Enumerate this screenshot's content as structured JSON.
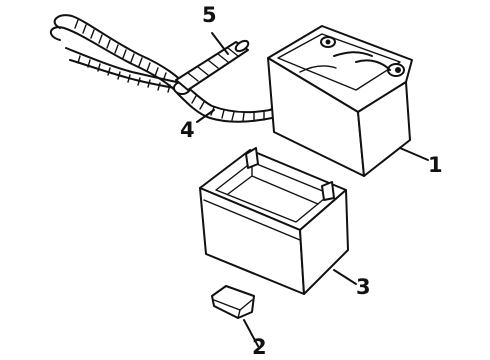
{
  "diagram": {
    "callouts": [
      {
        "id": "1",
        "label": "1",
        "part": "battery"
      },
      {
        "id": "2",
        "label": "2",
        "part": "hold-down-wedge"
      },
      {
        "id": "3",
        "label": "3",
        "part": "battery-tray"
      },
      {
        "id": "4",
        "label": "4",
        "part": "battery-cable-harness"
      },
      {
        "id": "5",
        "label": "5",
        "part": "cable-sleeve"
      }
    ]
  }
}
